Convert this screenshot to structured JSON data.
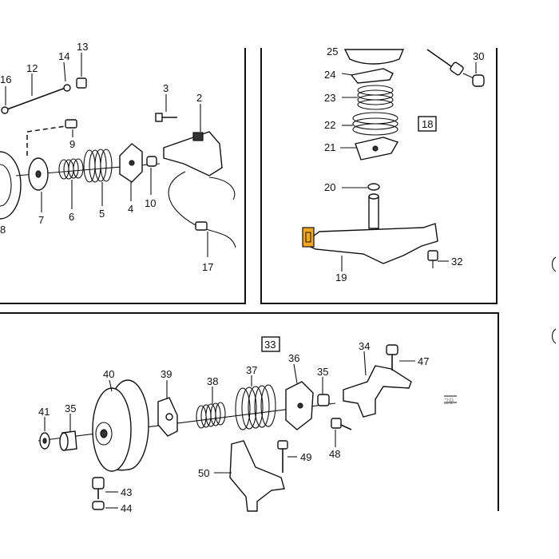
{
  "labels": {
    "l12": "12",
    "l14": "14",
    "l13": "13",
    "l16": "16",
    "l3": "3",
    "l2": "2",
    "l9": "9",
    "l7": "7",
    "l6": "6",
    "l5": "5",
    "l4": "4",
    "l10": "10",
    "l8": "8",
    "l17": "17",
    "l25": "25",
    "l30": "30",
    "l24": "24",
    "l23": "23",
    "l22": "22",
    "l18": "18",
    "l21": "21",
    "l20": "20",
    "l19": "19",
    "l32": "32",
    "l33": "33",
    "l34": "34",
    "l47": "47",
    "l36": "36",
    "l35a": "35",
    "l40": "40",
    "l39": "39",
    "l38": "38",
    "l37": "37",
    "l41": "41",
    "l35b": "35",
    "l48": "48",
    "l49": "49",
    "l50": "50",
    "l43": "43",
    "l44": "44",
    "l29": "29"
  },
  "colors": {
    "highlight": "#f5a623",
    "ink": "#111111"
  }
}
